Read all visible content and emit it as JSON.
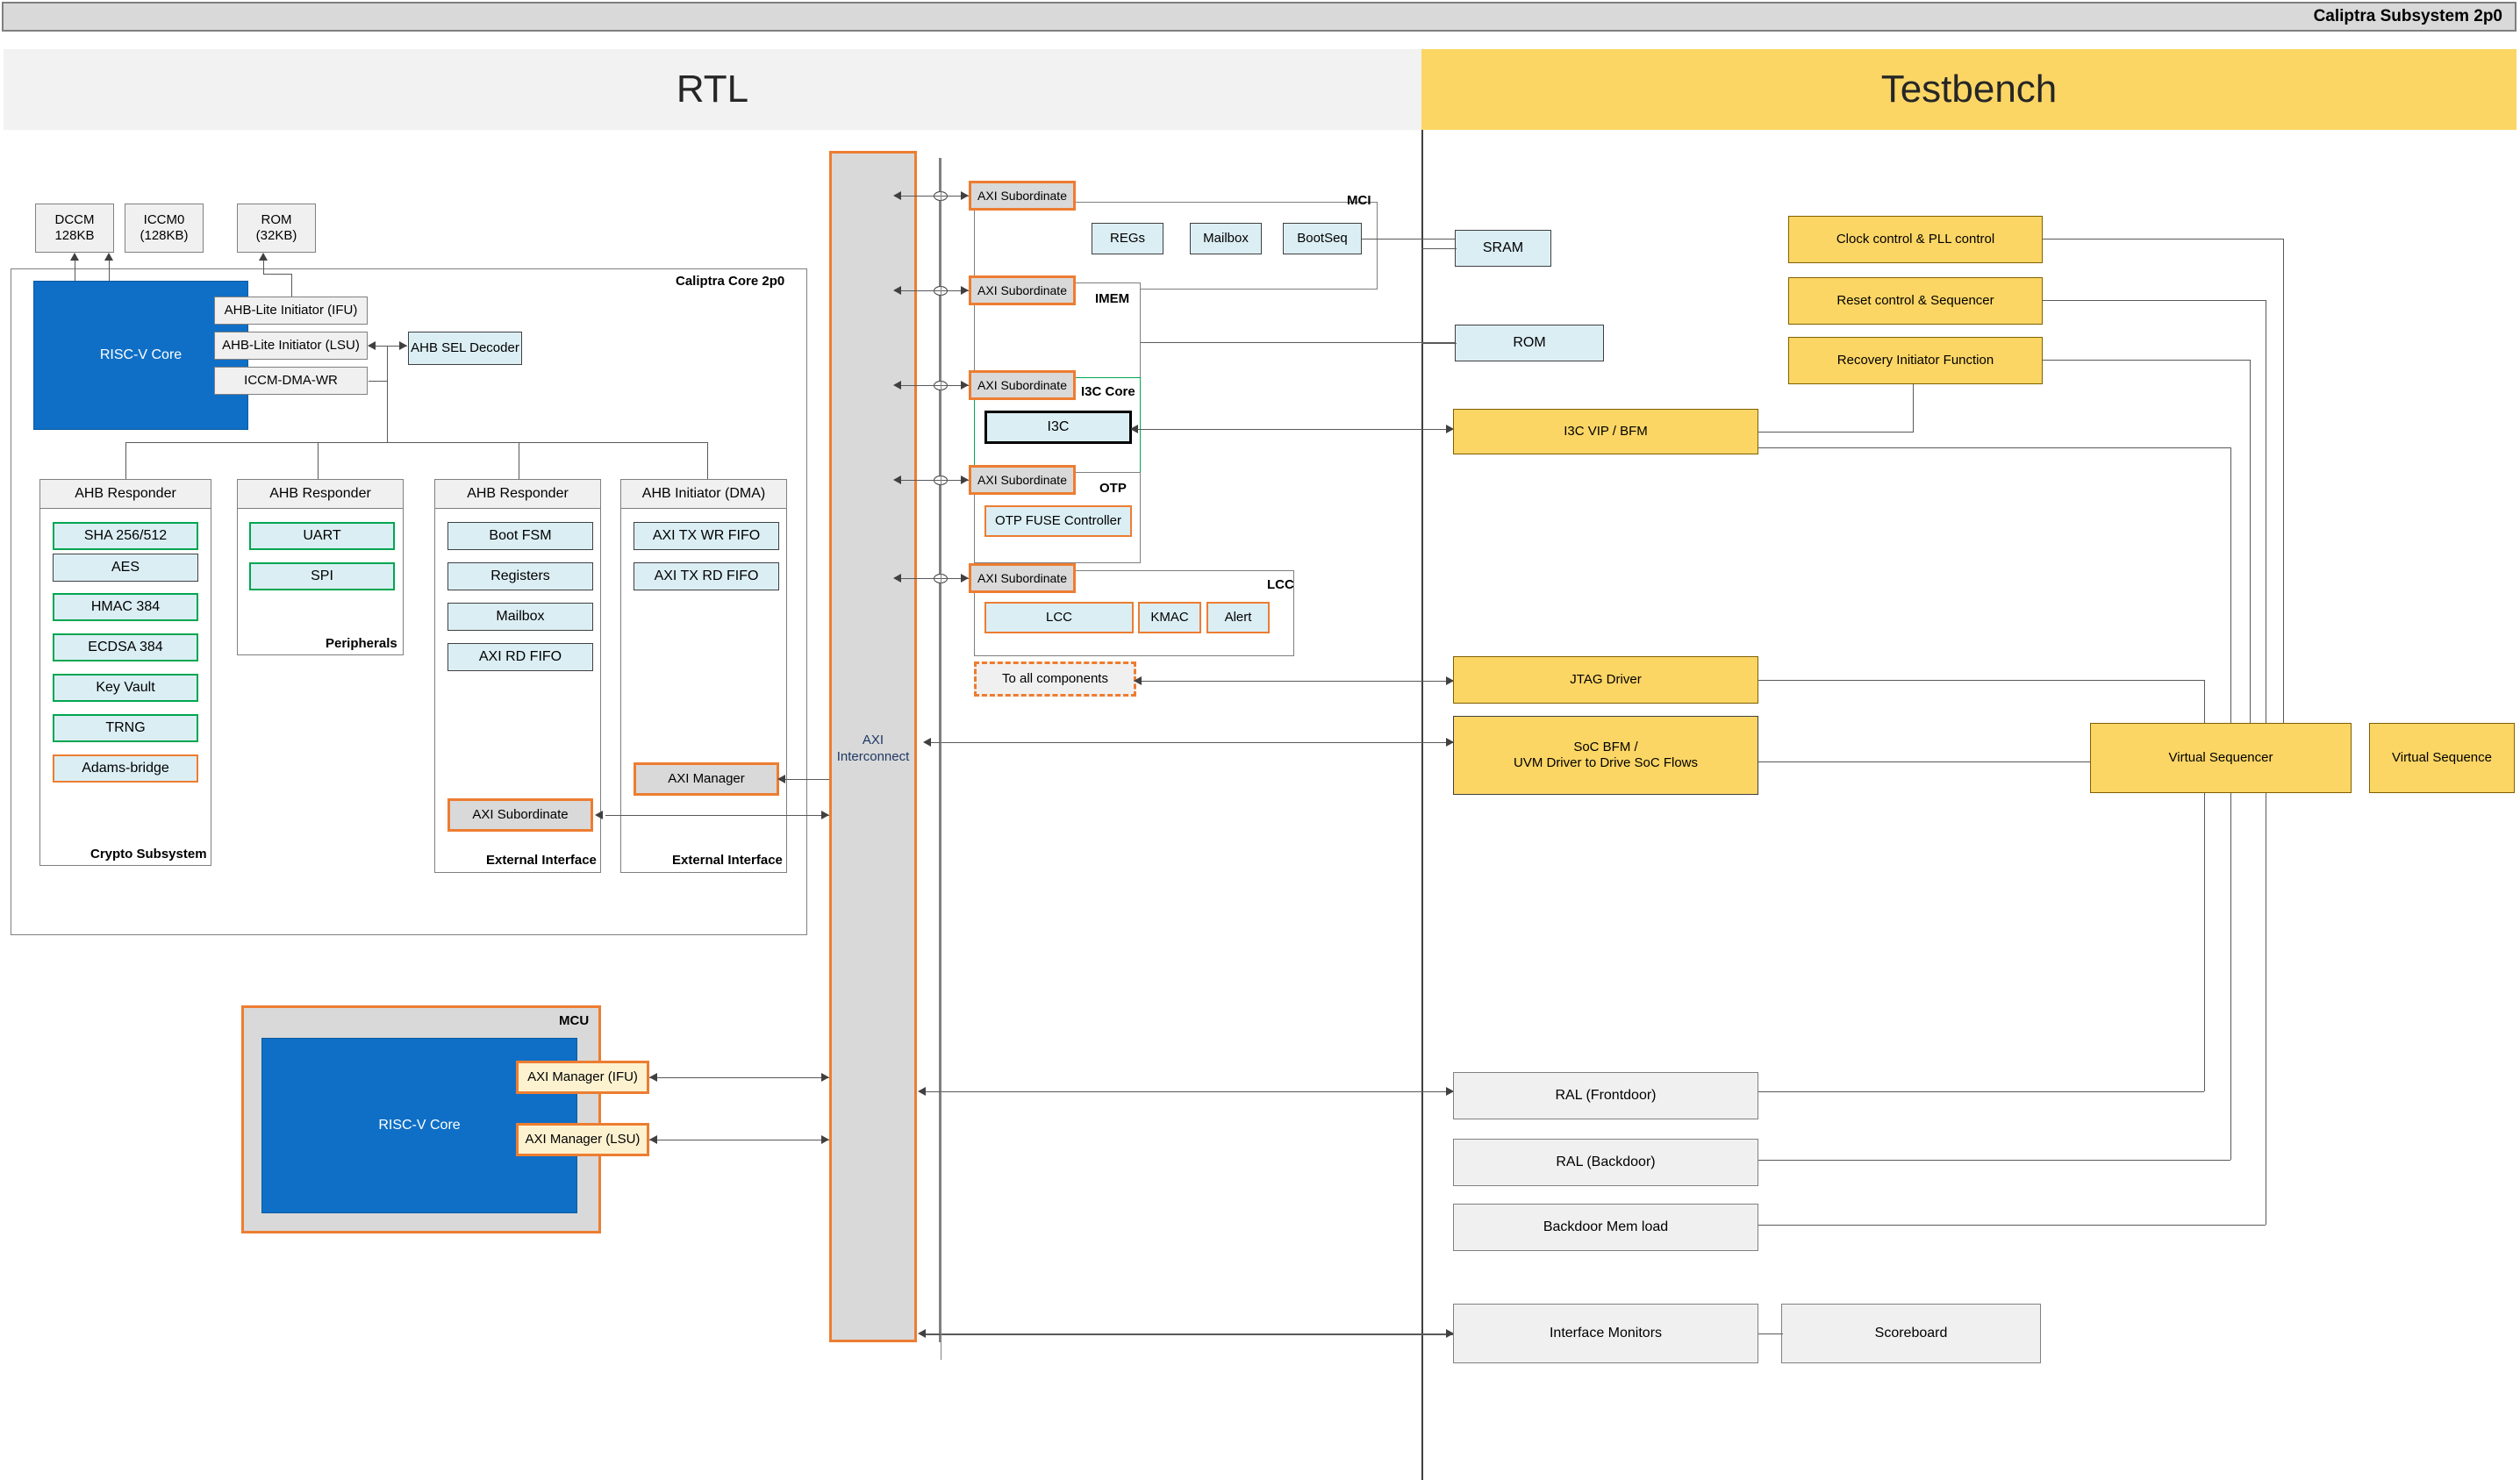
{
  "window": {
    "title": "Caliptra Subsystem 2p0"
  },
  "bands": {
    "rtl": "RTL",
    "testbench": "Testbench"
  },
  "rtl": {
    "caliptra_core": {
      "label": "Caliptra Core 2p0",
      "memories": [
        {
          "name": "DCCM",
          "size": "128KB"
        },
        {
          "name": "ICCM0",
          "size": "(128KB)"
        },
        {
          "name": "ROM",
          "size": "(32KB)"
        }
      ],
      "core_label": "RISC-V Core",
      "initiators": [
        "AHB-Lite Initiator (IFU)",
        "AHB-Lite Initiator (LSU)",
        "ICCM-DMA-WR"
      ],
      "ahb_sel_decoder": "AHB SEL Decoder",
      "groups": [
        {
          "header": "AHB Responder",
          "footer": "Crypto Subsystem",
          "items": [
            {
              "label": "SHA 256/512",
              "style": "green"
            },
            {
              "label": "AES",
              "style": "plain"
            },
            {
              "label": "HMAC 384",
              "style": "green"
            },
            {
              "label": "ECDSA 384",
              "style": "green"
            },
            {
              "label": "Key Vault",
              "style": "green"
            },
            {
              "label": "TRNG",
              "style": "green"
            },
            {
              "label": "Adams-bridge",
              "style": "orange"
            }
          ]
        },
        {
          "header": "AHB Responder",
          "footer": "Peripherals",
          "items": [
            {
              "label": "UART",
              "style": "green"
            },
            {
              "label": "SPI",
              "style": "green"
            }
          ]
        },
        {
          "header": "AHB Responder",
          "footer": "External Interface",
          "items": [
            {
              "label": "Boot FSM",
              "style": "plain"
            },
            {
              "label": "Registers",
              "style": "plain"
            },
            {
              "label": "Mailbox",
              "style": "plain"
            },
            {
              "label": "AXI RD FIFO",
              "style": "plain"
            }
          ],
          "bottom_port": "AXI Subordinate"
        },
        {
          "header": "AHB Initiator (DMA)",
          "footer": "External Interface",
          "items": [
            {
              "label": "AXI TX WR FIFO",
              "style": "plain"
            },
            {
              "label": "AXI TX RD FIFO",
              "style": "plain"
            }
          ],
          "bottom_port": "AXI Manager"
        }
      ]
    },
    "mcu": {
      "label": "MCU",
      "core_label": "RISC-V Core",
      "ports": [
        "AXI Manager (IFU)",
        "AXI Manager (LSU)"
      ]
    },
    "axi_interconnect": {
      "label": "AXI\nInterconnect",
      "line1": "AXI",
      "line2": "Interconnect"
    },
    "subsystems": [
      {
        "port": "AXI Subordinate",
        "label": "MCI",
        "items": [
          "REGs",
          "Mailbox",
          "BootSeq"
        ]
      },
      {
        "port": "AXI Subordinate",
        "label": "IMEM",
        "items": []
      },
      {
        "port": "AXI Subordinate",
        "label": "I3C Core",
        "items": [
          "I3C"
        ]
      },
      {
        "port": "AXI Subordinate",
        "label": "OTP",
        "items": [
          "OTP FUSE Controller"
        ]
      },
      {
        "port": "AXI Subordinate",
        "label": "LCC",
        "items": [
          "LCC",
          "KMAC",
          "Alert"
        ]
      }
    ],
    "to_all_components": "To all components"
  },
  "testbench": {
    "memories": [
      {
        "label": "SRAM"
      },
      {
        "label": "ROM"
      }
    ],
    "blocks": [
      {
        "label": "Clock control & PLL control",
        "color": "yellow"
      },
      {
        "label": "Reset control & Sequencer",
        "color": "yellow"
      },
      {
        "label": "Recovery Initiator Function",
        "color": "yellow"
      },
      {
        "label": "I3C VIP / BFM",
        "color": "yellow"
      },
      {
        "label": "JTAG Driver",
        "color": "yellow"
      },
      {
        "label": "SoC BFM /\nUVM Driver to Drive SoC Flows",
        "color": "yellow"
      },
      {
        "label": "Virtual Sequencer",
        "color": "yellow"
      },
      {
        "label": "Virtual Sequence",
        "color": "yellow"
      },
      {
        "label": "RAL (Frontdoor)",
        "color": "grey"
      },
      {
        "label": "RAL (Backdoor)",
        "color": "grey"
      },
      {
        "label": "Backdoor Mem load",
        "color": "grey"
      },
      {
        "label": "Interface Monitors",
        "color": "grey"
      },
      {
        "label": "Scoreboard",
        "color": "grey"
      }
    ],
    "soc_bfm_line1": "SoC BFM /",
    "soc_bfm_line2": "UVM Driver to Drive SoC Flows"
  },
  "colors": {
    "accent_orange": "#ed7d31",
    "accent_yellow": "#fcd665",
    "accent_blue": "#0f6fc6",
    "light_blue": "#dbeef4",
    "accent_green": "#00a651",
    "grey": "#d9d9d9"
  }
}
